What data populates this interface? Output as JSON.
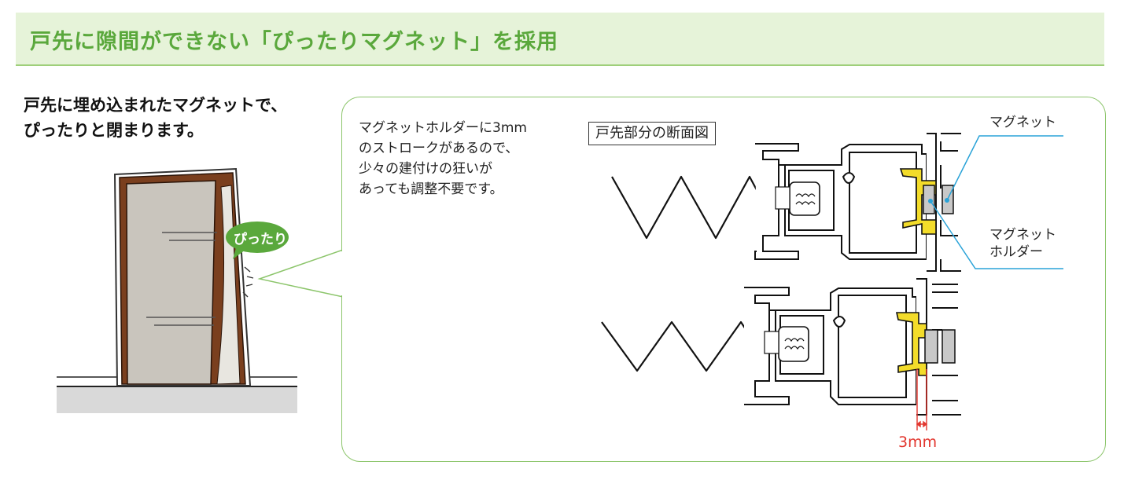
{
  "header": {
    "title": "戸先に隙間ができない「ぴったりマグネット」を採用"
  },
  "lead": {
    "line1": "戸先に埋め込まれたマグネットで、",
    "line2": "ぴったりと閉まります。"
  },
  "illustration": {
    "badge": "ぴったり"
  },
  "description": {
    "lines": [
      "マグネットホルダーに3mm",
      "のストロークがあるので、",
      "少々の建付けの狂いが",
      "あっても調整不要です。"
    ]
  },
  "diagram": {
    "section_label": "戸先部分の断面図",
    "magnet_label": "マグネット",
    "holder_label_line1": "マグネット",
    "holder_label_line2": "ホルダー",
    "stroke_label": "3mm"
  },
  "colors": {
    "accent_green": "#5aa83c",
    "header_bg": "#e6f3d9",
    "panel_border": "#8cc56b",
    "magnet_holder": "#f3dc2a",
    "dimension": "#e2362e",
    "door_frame": "#7a3f1e"
  }
}
